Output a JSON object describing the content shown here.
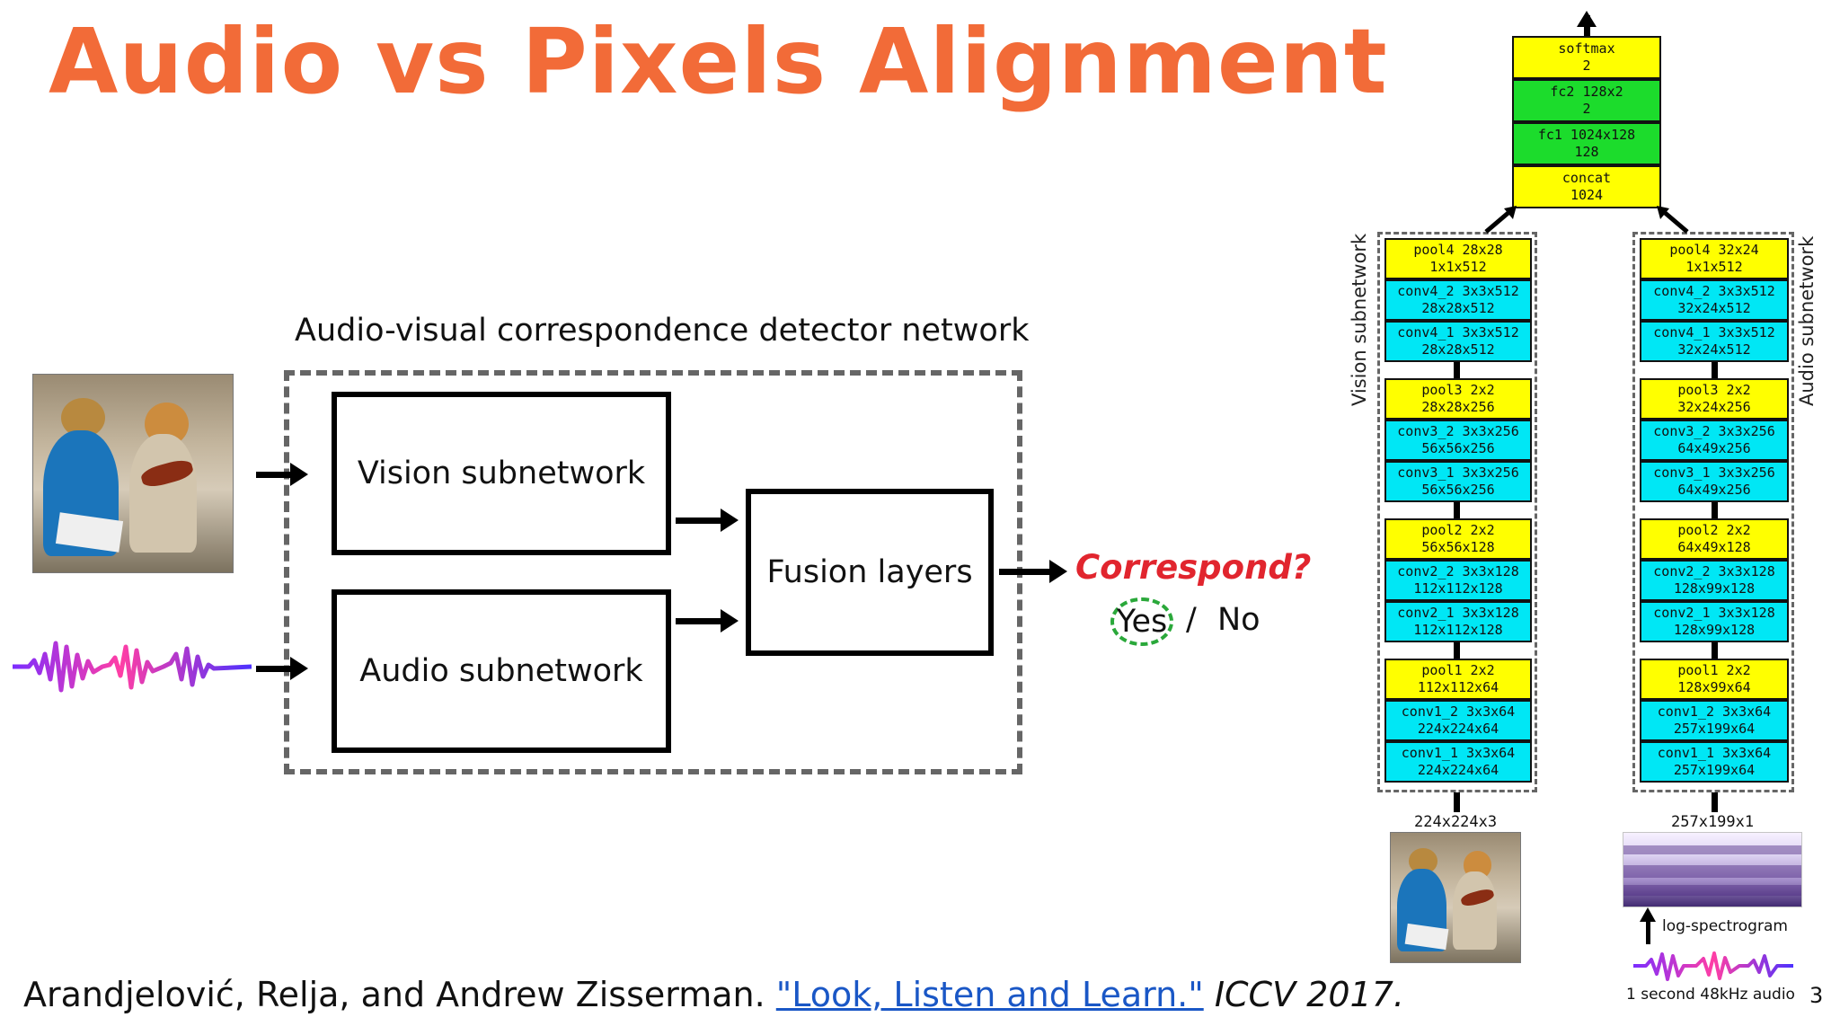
{
  "slide": {
    "title": "Audio vs Pixels Alignment",
    "citation": {
      "authors": "Arandjelović, Relja, and Andrew Zisserman.",
      "paper_title": "\"Look, Listen and Learn.\"",
      "venue": "ICCV 2017."
    },
    "page_number": "3"
  },
  "diagram": {
    "caption": "Audio-visual correspondence detector network",
    "vision_label": "Vision subnetwork",
    "audio_label": "Audio subnetwork",
    "fusion_label": "Fusion layers",
    "question": "Correspond?",
    "yes": "Yes",
    "slash": "/",
    "no": "No"
  },
  "architecture": {
    "top": [
      [
        "softmax",
        "2"
      ],
      [
        "fc2 128x2",
        "2"
      ],
      [
        "fc1 1024x128",
        "128"
      ],
      [
        "concat",
        "1024"
      ]
    ],
    "vision": [
      [
        "pool4 28x28",
        "1x1x512"
      ],
      [
        "conv4_2 3x3x512",
        "28x28x512"
      ],
      [
        "conv4_1 3x3x512",
        "28x28x512"
      ],
      [
        "pool3 2x2",
        "28x28x256"
      ],
      [
        "conv3_2 3x3x256",
        "56x56x256"
      ],
      [
        "conv3_1 3x3x256",
        "56x56x256"
      ],
      [
        "pool2 2x2",
        "56x56x128"
      ],
      [
        "conv2_2 3x3x128",
        "112x112x128"
      ],
      [
        "conv2_1 3x3x128",
        "112x112x128"
      ],
      [
        "pool1 2x2",
        "112x112x64"
      ],
      [
        "conv1_2 3x3x64",
        "224x224x64"
      ],
      [
        "conv1_1 3x3x64",
        "224x224x64"
      ]
    ],
    "audio": [
      [
        "pool4 32x24",
        "1x1x512"
      ],
      [
        "conv4_2 3x3x512",
        "32x24x512"
      ],
      [
        "conv4_1 3x3x512",
        "32x24x512"
      ],
      [
        "pool3 2x2",
        "32x24x256"
      ],
      [
        "conv3_2 3x3x256",
        "64x49x256"
      ],
      [
        "conv3_1 3x3x256",
        "64x49x256"
      ],
      [
        "pool2 2x2",
        "64x49x128"
      ],
      [
        "conv2_2 3x3x128",
        "128x99x128"
      ],
      [
        "conv2_1 3x3x128",
        "128x99x128"
      ],
      [
        "pool1 2x2",
        "128x99x64"
      ],
      [
        "conv1_2 3x3x64",
        "257x199x64"
      ],
      [
        "conv1_1 3x3x64",
        "257x199x64"
      ]
    ],
    "vision_label": "Vision subnetwork",
    "audio_label": "Audio subnetwork",
    "vision_input": "224x224x3",
    "audio_input": "257x199x1",
    "log_spec_label": "log-spectrogram",
    "audio_source_label": "1 second 48kHz audio"
  },
  "colors": {
    "title": "#f26b38",
    "yellow": "#ffff00",
    "cyan": "#00e7f5",
    "green": "#1cdc2c",
    "question": "#e1252e",
    "yes_ring": "#2aa83a",
    "link": "#1a57c6"
  }
}
